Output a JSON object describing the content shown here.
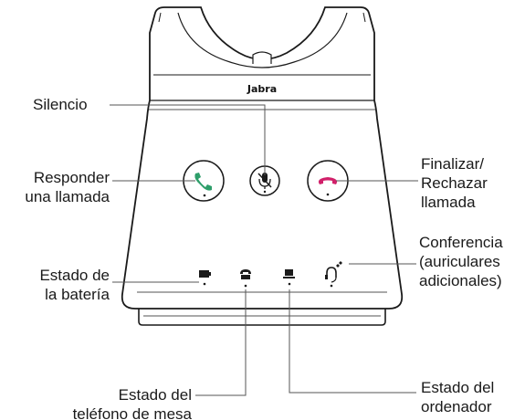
{
  "device": {
    "brand": "Jabra",
    "colors": {
      "outline": "#1a1a1a",
      "answer": "#2e9e6a",
      "end": "#d1206a",
      "body": "#ffffff",
      "leader": "#555555"
    },
    "icons": [
      "phone-answer-icon",
      "mic-mute-icon",
      "phone-end-icon",
      "battery-icon",
      "desk-phone-icon",
      "computer-icon",
      "headset-conference-icon"
    ]
  },
  "labels": {
    "mute": "Silencio",
    "answer": [
      "Responder",
      "una llamada"
    ],
    "end": [
      "Finalizar/",
      "Rechazar",
      "llamada"
    ],
    "battery": [
      "Estado de",
      "la batería"
    ],
    "conference": [
      "Conferencia",
      "(auriculares",
      "adicionales)"
    ],
    "desk_phone": [
      "Estado del",
      "teléfono de mesa"
    ],
    "computer": [
      "Estado del",
      "ordenador"
    ]
  }
}
